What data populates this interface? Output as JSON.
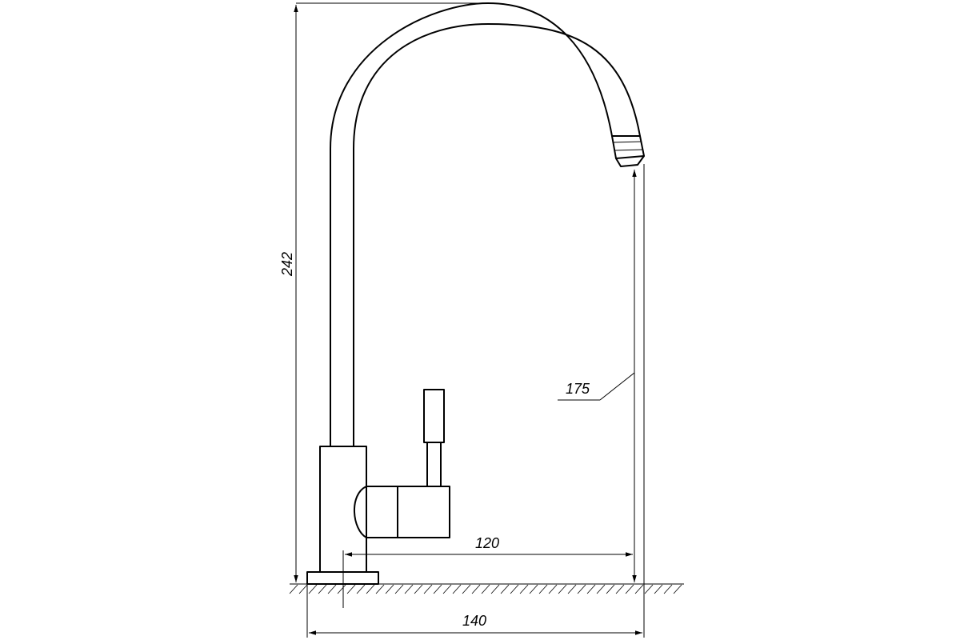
{
  "dimensions": {
    "total_height": "242",
    "spout_height": "175",
    "spout_reach": "120",
    "base_width": "140"
  }
}
